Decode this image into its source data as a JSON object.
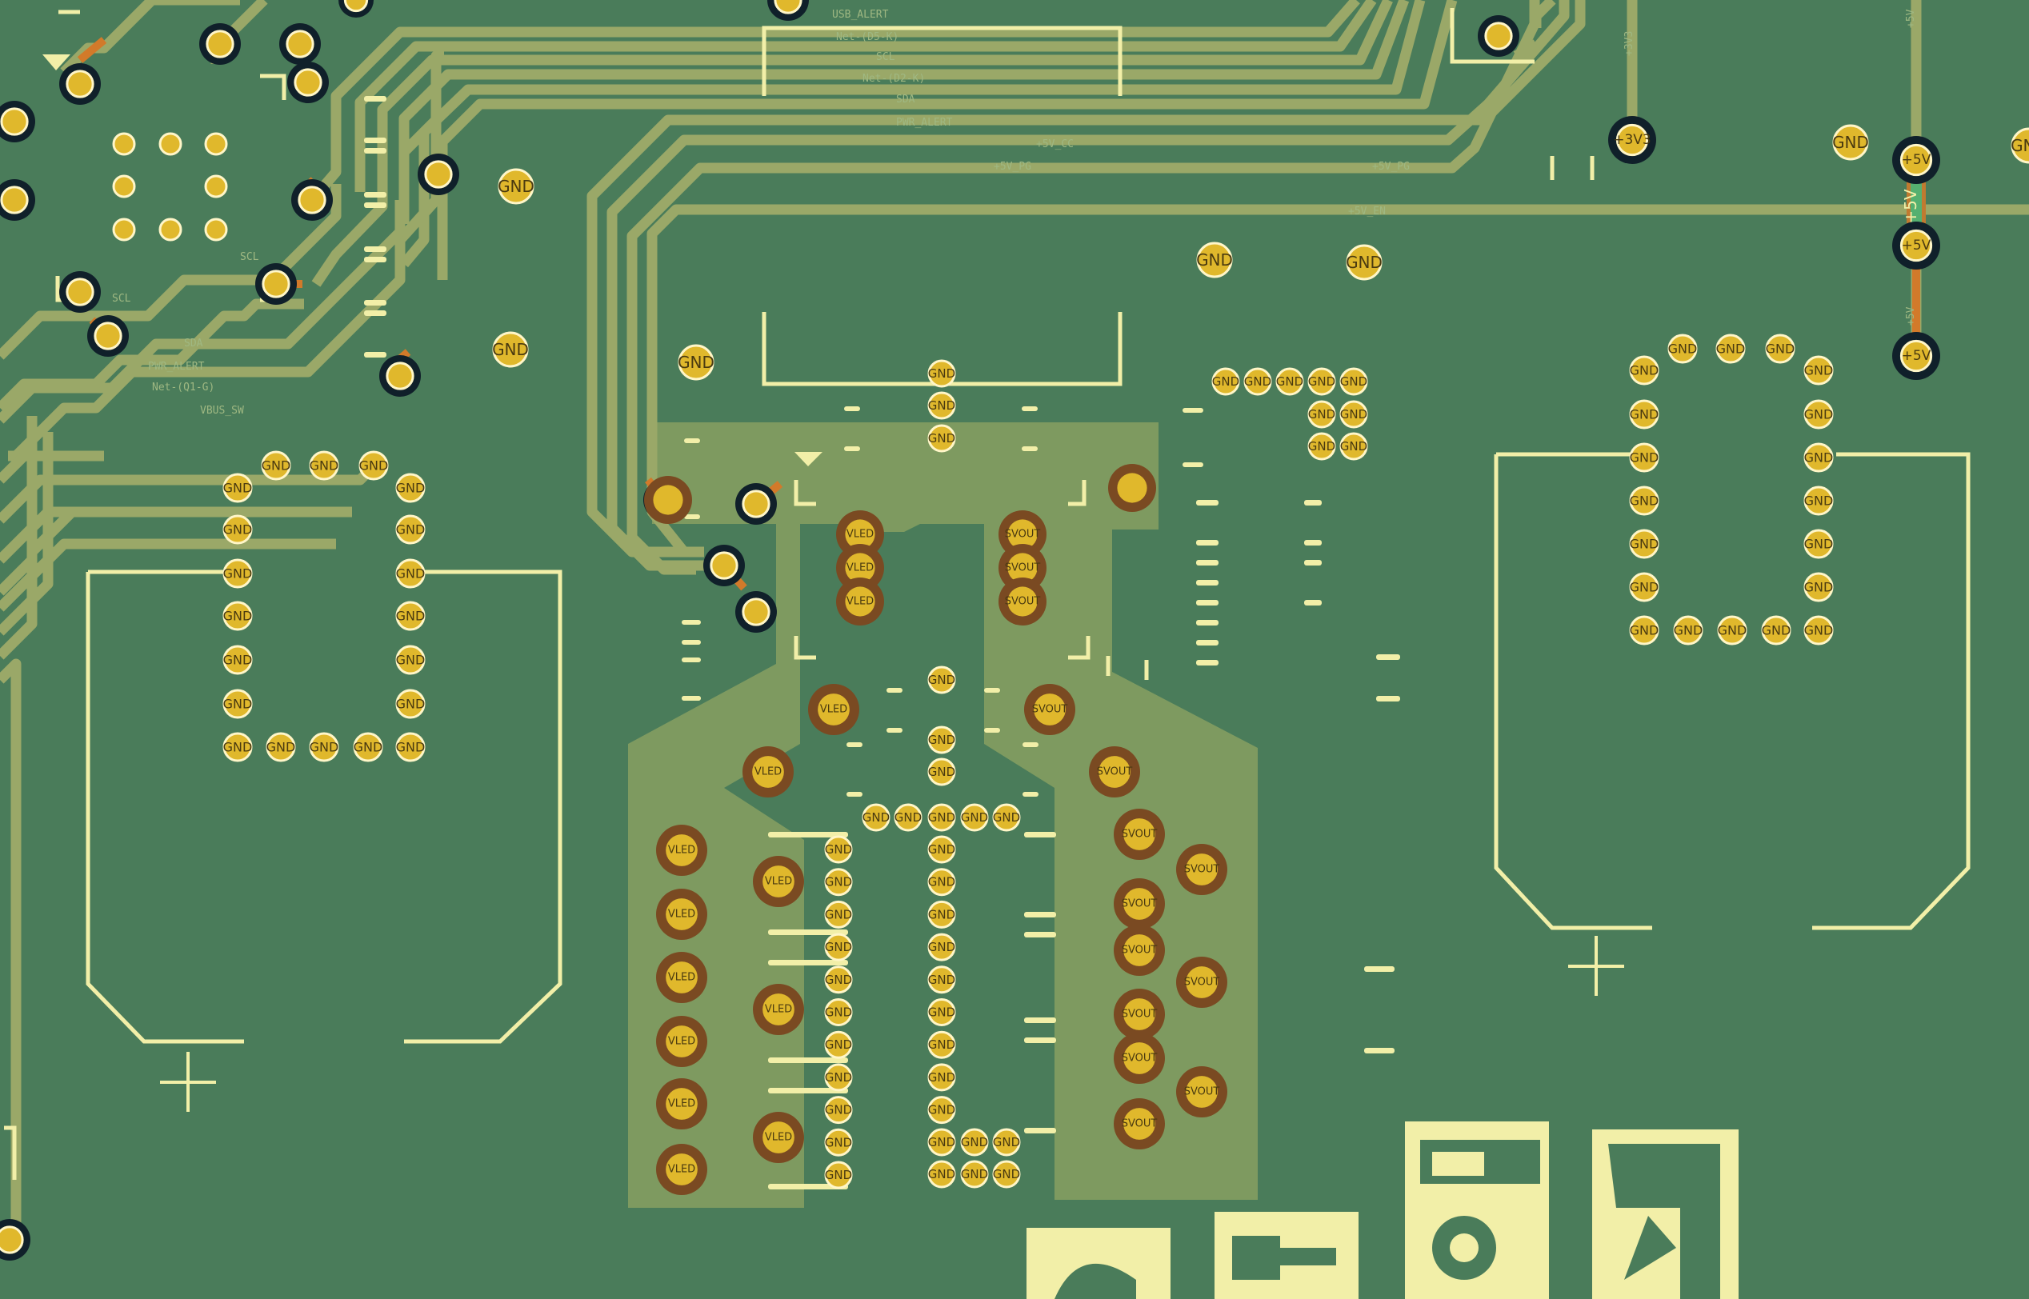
{
  "colors": {
    "board": "#4a7c5a",
    "trace": "#9aa868",
    "zone": "#7e9a60",
    "silk": "#f2efa8",
    "pad": "#e0b82c",
    "via_ring": "#10202a",
    "cu_ring": "#7a4a22"
  },
  "net_labels": {
    "usb_alert": "USB_ALERT",
    "net_d5": "Net-(D5-K)",
    "scl": "SCL",
    "net_d2": "Net-(D2-K)",
    "sda": "SDA",
    "pwr_alert": "PWR_ALERT",
    "v5_cc": "+5V_CC",
    "v5_pg": "+5V_PG",
    "v5_en": "+5V_EN",
    "vbus_sw": "VBUS_SW",
    "net_q1": "Net-(Q1-G)",
    "v3v3": "+3V3",
    "v5": "+5V"
  },
  "pads": {
    "gnd": "GND",
    "vled": "VLED",
    "svout": "SVOUT",
    "v5": "+5V",
    "v3v3": "+3V3"
  }
}
